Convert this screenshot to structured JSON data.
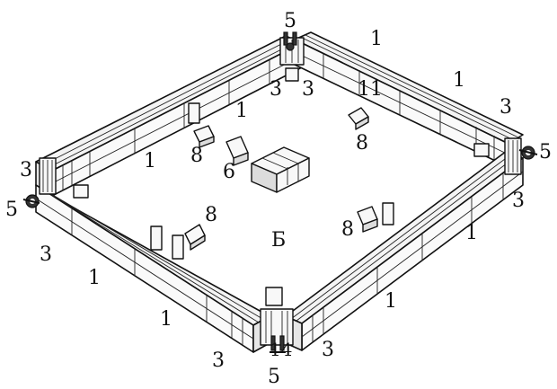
{
  "labels": {
    "wall": "1",
    "corner_block": "3",
    "anchor": "5",
    "platform": "6",
    "fitting": "8",
    "center": "Б",
    "wall_pair": "11",
    "bottom_anchor_mark": "14"
  }
}
